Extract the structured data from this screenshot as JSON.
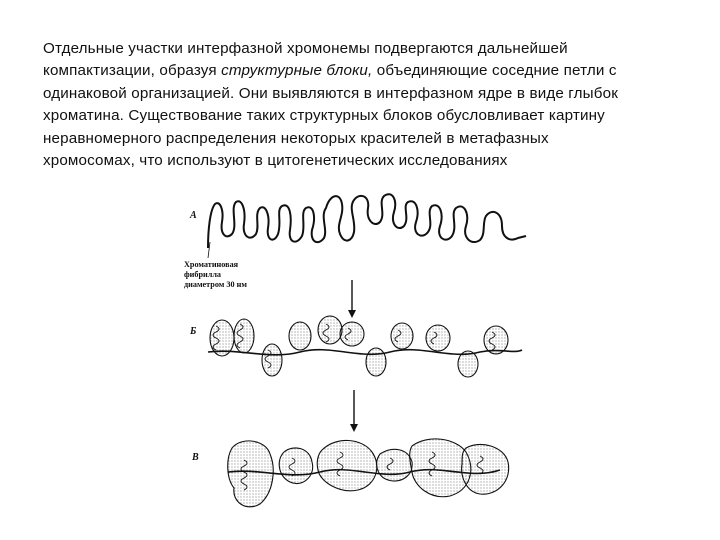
{
  "paragraph": {
    "part1": "Отдельные участки интерфазной хромонемы подвергаются дальнейшей компактизации, образуя ",
    "emphasis": "структурные блоки,",
    "part2": " объединяющие соседние петли с одинаковой организацией. Они выявляются в интерфазном ядре в виде глыбок хроматина. Существование таких структурных блоков обусловливает картину неравномерного распределения некоторых красителей в метафазных хромосомах, что используют в цитогенетических исследованиях"
  },
  "figure": {
    "label_a": "А",
    "label_b": "Б",
    "label_c": "В",
    "caption_line1": "Хроматиновая",
    "caption_line2": "фибрилла",
    "caption_line3": "диаметром 30 нм"
  }
}
